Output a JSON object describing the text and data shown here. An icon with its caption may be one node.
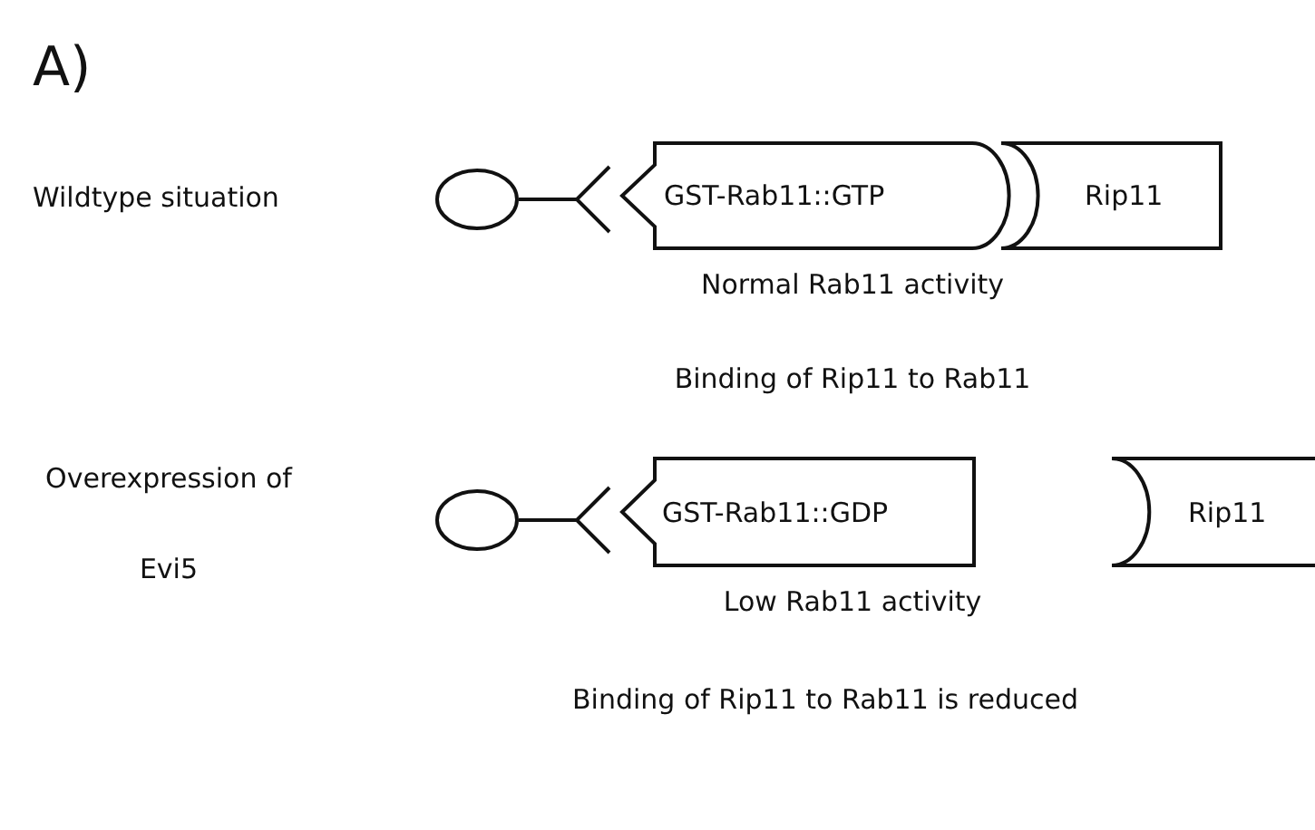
{
  "diagram": {
    "nodes": [
      {
        "text": [],
        "shape": "circle"
      },
      {
        "text": [
          "GST-Rab11::GTP"
        ]
      },
      {
        "text": [
          "Rip11"
        ]
      },
      {
        "text": [],
        "shape": "circle"
      },
      {
        "text": [
          "GST-Rab11::GDP"
        ]
      },
      {
        "text": [
          "Rip11"
        ]
      }
    ],
    "labels": [
      "A)",
      "Wildtype situation",
      "Normal Rab11 activity",
      "Binding of Rip11 to Rab11",
      "Overexpression of Evi5",
      "Low Rab11 activity",
      "Binding of Rip11 to Rab11 is reduced"
    ]
  }
}
